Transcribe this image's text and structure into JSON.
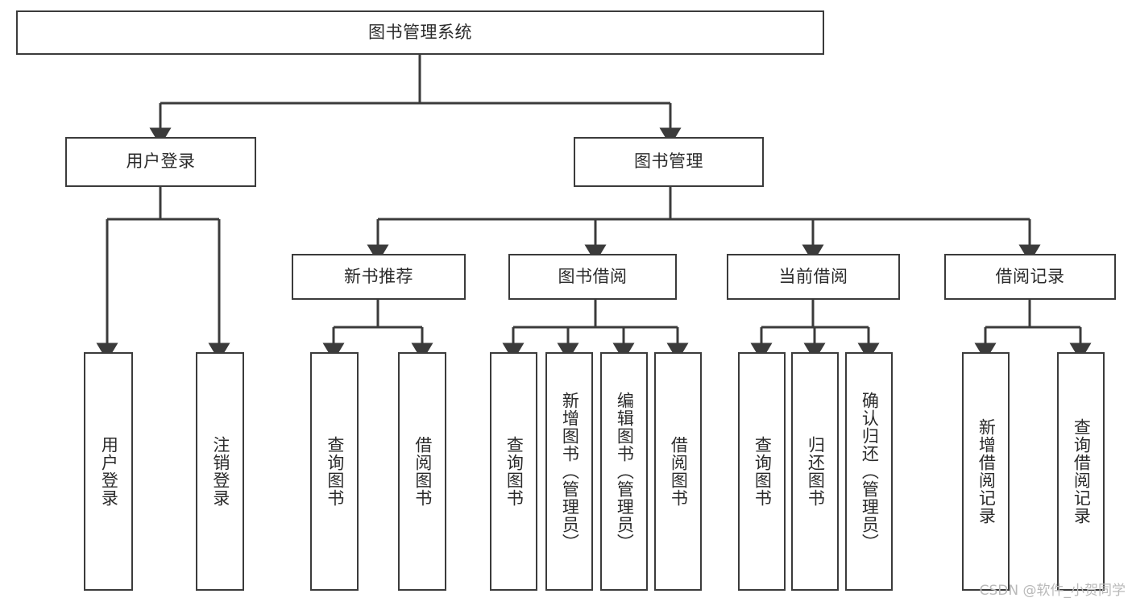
{
  "diagram": {
    "type": "tree",
    "title": "图书管理系统",
    "watermark": "CSDN @软件_小贺同学",
    "colors": {
      "background": "#ffffff",
      "stroke": "#3b3b3b",
      "text": "#2b2b2b",
      "watermark": "#b9b9b9"
    },
    "levels": {
      "root": {
        "label": "图书管理系统"
      },
      "level2": [
        {
          "label": "用户登录"
        },
        {
          "label": "图书管理"
        }
      ],
      "level3": [
        {
          "label": "新书推荐",
          "parent": "图书管理"
        },
        {
          "label": "图书借阅",
          "parent": "图书管理"
        },
        {
          "label": "当前借阅",
          "parent": "图书管理"
        },
        {
          "label": "借阅记录",
          "parent": "图书管理"
        }
      ],
      "leaves": [
        {
          "label": "用户登录",
          "parent": "用户登录"
        },
        {
          "label": "注销登录",
          "parent": "用户登录"
        },
        {
          "label": "查询图书",
          "parent": "新书推荐"
        },
        {
          "label": "借阅图书",
          "parent": "新书推荐"
        },
        {
          "label": "查询图书",
          "parent": "图书借阅"
        },
        {
          "label": "新增图书（管理员）",
          "parent": "图书借阅"
        },
        {
          "label": "编辑图书（管理员）",
          "parent": "图书借阅"
        },
        {
          "label": "借阅图书",
          "parent": "图书借阅"
        },
        {
          "label": "查询图书",
          "parent": "当前借阅"
        },
        {
          "label": "归还图书",
          "parent": "当前借阅"
        },
        {
          "label": "确认归还（管理员）",
          "parent": "当前借阅"
        },
        {
          "label": "新增借阅记录",
          "parent": "借阅记录"
        },
        {
          "label": "查询借阅记录",
          "parent": "借阅记录"
        }
      ]
    }
  }
}
